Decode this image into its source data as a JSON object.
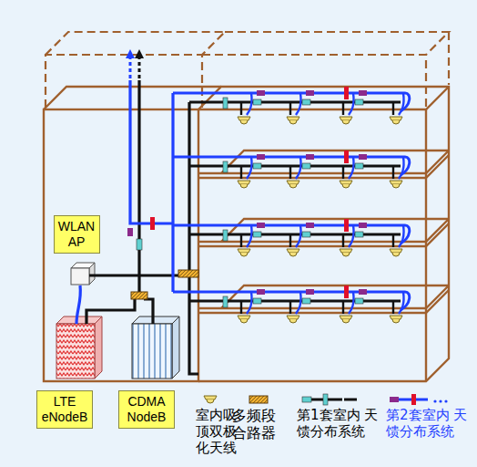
{
  "diagram": {
    "nodes": [
      {
        "text": [
          "WLAN AP"
        ]
      },
      {
        "text": [
          "LTE eNodeB"
        ]
      },
      {
        "text": [
          "CDMA NodeB"
        ]
      }
    ],
    "legend": [
      {
        "text": "室内吸 顶双极 化天线"
      },
      {
        "text": "多频段 合路器"
      },
      {
        "text": "第1套室内 天馈分布系统"
      },
      {
        "text": "第2套室内 天馈分布系统"
      }
    ]
  }
}
